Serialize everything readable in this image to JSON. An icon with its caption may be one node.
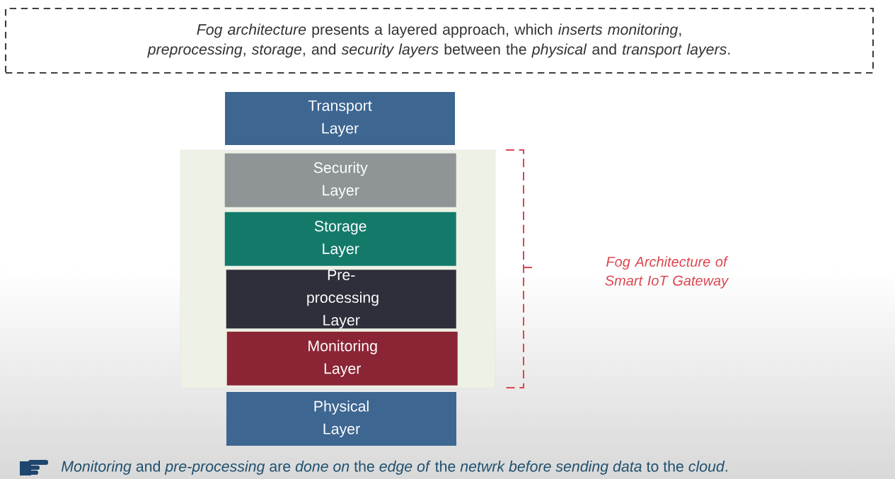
{
  "diagram": {
    "nodes": [
      {
        "text": [
          "*Fog architecture* presents a layered approach, which *inserts monitoring*, *preprocessing*, *storage*, and *security layers* between the *physical* and *transport layers*."
        ]
      },
      {
        "text": [
          "Transport Layer"
        ]
      },
      {
        "text": [],
        "shape": "box"
      },
      {
        "text": [
          "Security Layer"
        ],
        "in": 2
      },
      {
        "text": [
          "Storage Layer"
        ],
        "in": 2
      },
      {
        "text": [
          "Pre-processing Layer"
        ],
        "in": 2
      },
      {
        "text": [
          "Monitoring Layer"
        ],
        "in": 2
      },
      {
        "text": [
          "Physical Layer"
        ]
      }
    ],
    "labels": [
      "Fog Architecture of Smart IoT Gateway",
      "*Monitoring* and *pre-processing* are *done on* the *edge of* the *netwrk before sending data* to the *cloud*."
    ]
  }
}
